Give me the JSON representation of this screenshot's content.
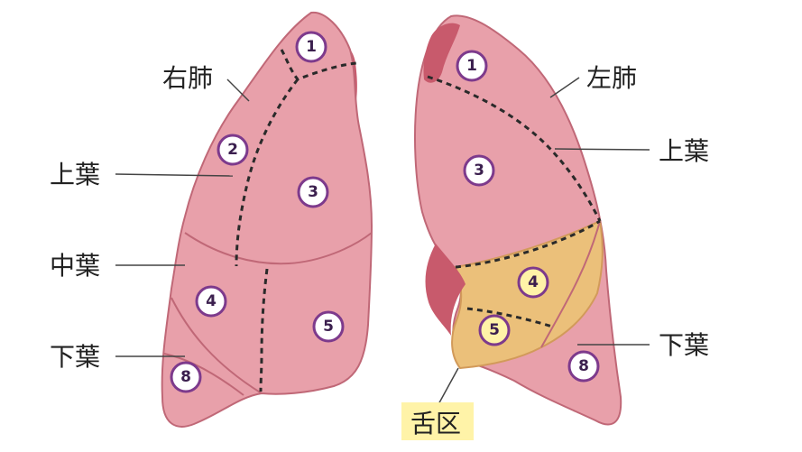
{
  "labels": {
    "right_lung": "右肺",
    "left_lung": "左肺",
    "right_upper": "上葉",
    "right_middle": "中葉",
    "right_lower": "下葉",
    "left_upper": "上葉",
    "left_lower": "下葉",
    "lingula": "舌区"
  },
  "segments": {
    "r1": "1",
    "r2": "2",
    "r3": "3",
    "r4": "4",
    "r5": "5",
    "r8": "8",
    "l1": "1",
    "l3": "3",
    "l4": "4",
    "l5": "5",
    "l8": "8"
  },
  "colors": {
    "lung_fill": "#e8a0aa",
    "lung_stroke": "#c06877",
    "lung_dark": "#c85a6c",
    "lingula_fill": "#ebc07a",
    "lingula_highlight": "#fff3a8",
    "marker_ring": "#7d3a8c",
    "dash": "#2a2a2a"
  }
}
